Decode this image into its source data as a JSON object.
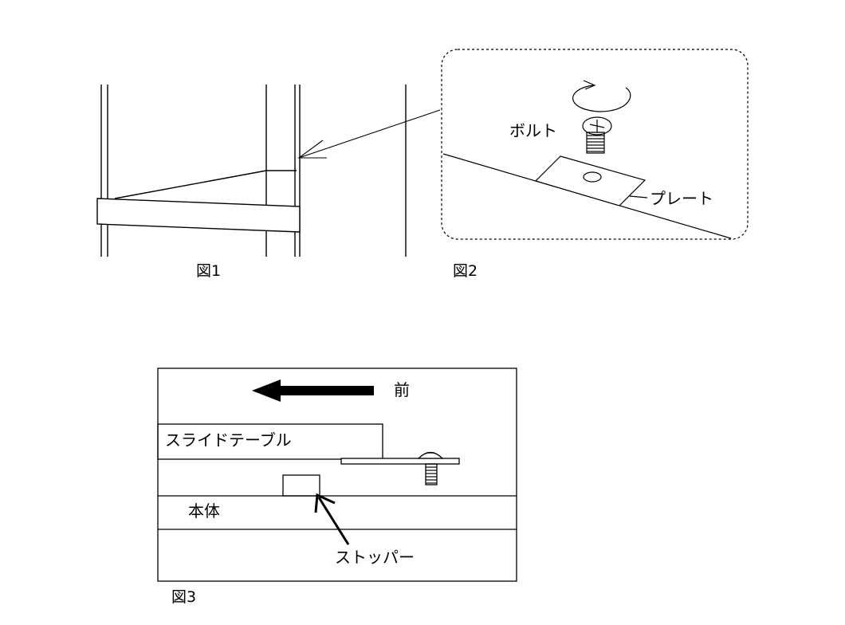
{
  "figure1": {
    "caption": "図1"
  },
  "figure2": {
    "caption": "図2",
    "bolt_label": "ボルト",
    "plate_label": "プレート"
  },
  "figure3": {
    "caption": "図3",
    "direction_label": "前",
    "slide_table_label": "スライドテーブル",
    "body_label": "本体",
    "stopper_label": "ストッパー"
  },
  "colors": {
    "line": "#000000",
    "background": "#ffffff"
  }
}
